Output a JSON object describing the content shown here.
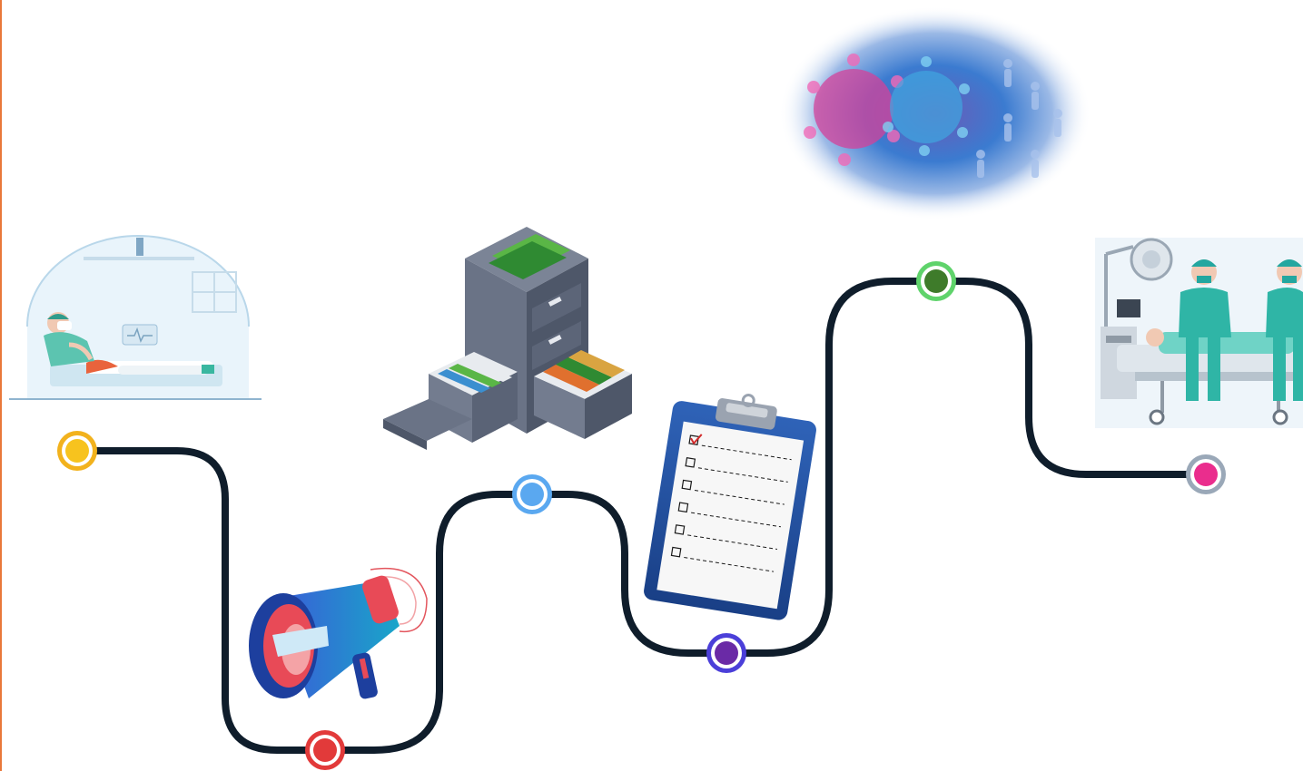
{
  "diagram": {
    "path_color": "#0f1d2b",
    "edge_color": "#e9783a",
    "nodes": [
      {
        "id": "node-1",
        "ring": "#f2b21d",
        "fill": "#f7c31e"
      },
      {
        "id": "node-2",
        "ring": "#e23a3a",
        "fill": "#e23a3a"
      },
      {
        "id": "node-3",
        "ring": "#5aa8f0",
        "fill": "#5aa8f0"
      },
      {
        "id": "node-4",
        "ring": "#4b3fd9",
        "fill": "#6a2aa6"
      },
      {
        "id": "node-5",
        "ring": "#5fd36b",
        "fill": "#3e7b2a"
      },
      {
        "id": "node-6",
        "ring": "#9aa8b8",
        "fill": "#ea2d8d"
      }
    ],
    "illustrations": [
      {
        "name": "icu-patient-illustration"
      },
      {
        "name": "file-cabinet-illustration"
      },
      {
        "name": "megaphone-illustration"
      },
      {
        "name": "clipboard-checklist-illustration"
      },
      {
        "name": "virus-crowd-image"
      },
      {
        "name": "surgery-team-illustration"
      }
    ]
  }
}
